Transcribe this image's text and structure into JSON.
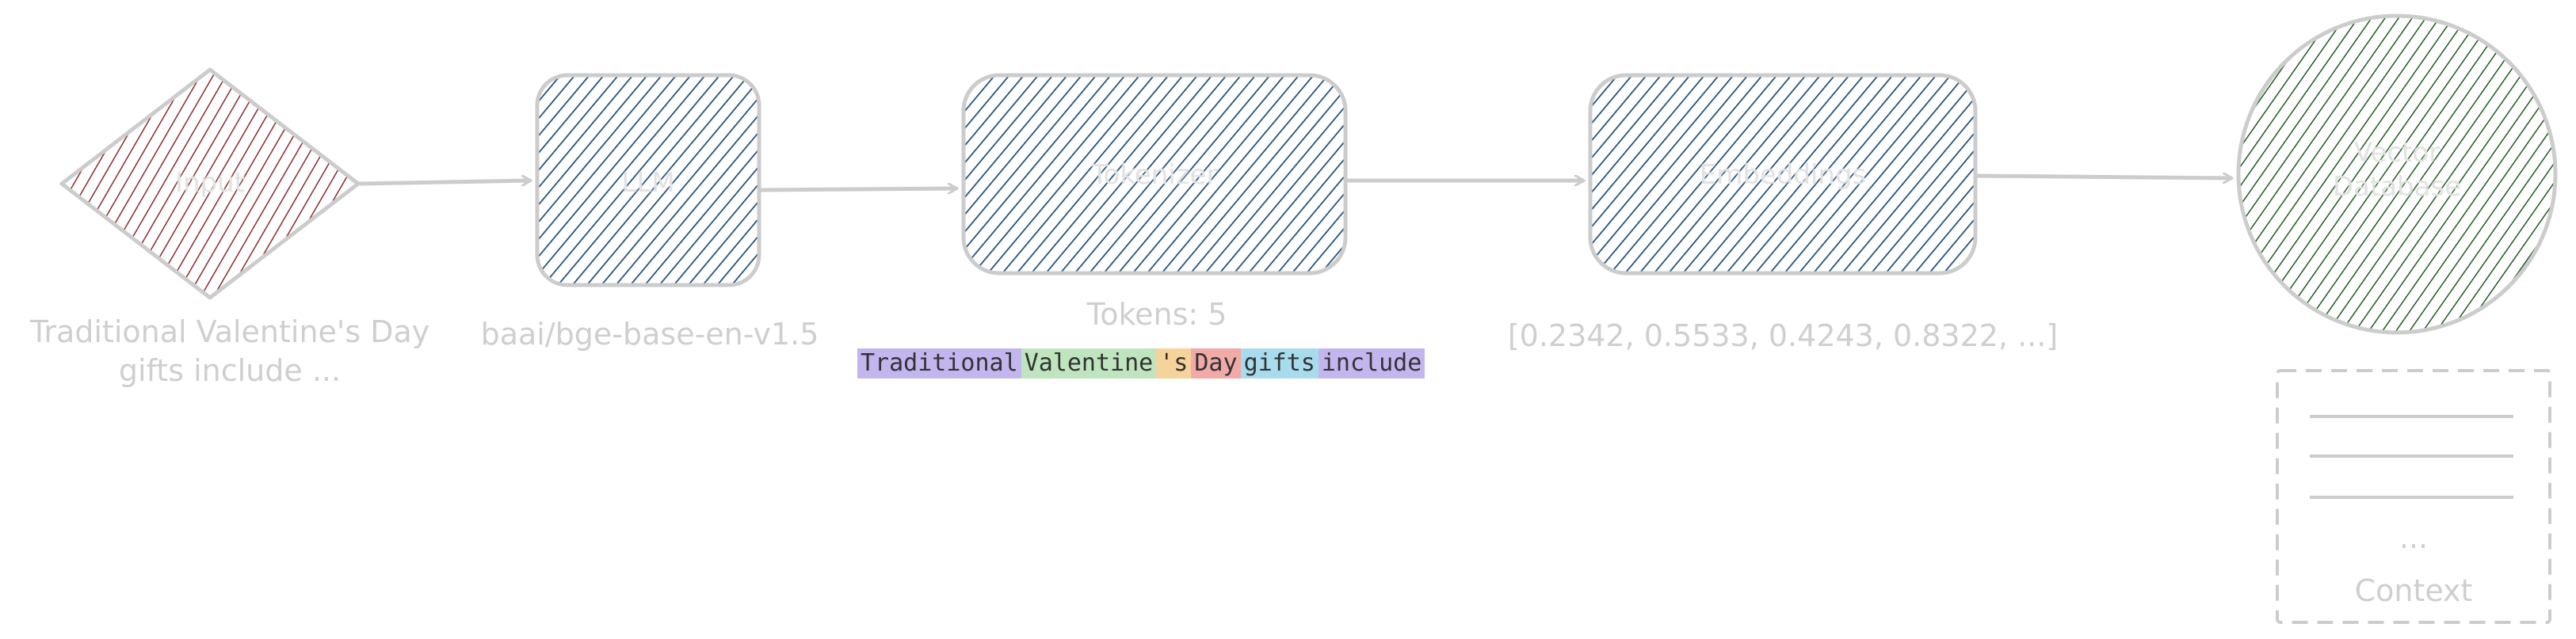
{
  "nodes": {
    "input": {
      "label": "Input",
      "color": "#8b2a2a"
    },
    "llm": {
      "label": "LLM",
      "color": "#1f4e79"
    },
    "tokenizer": {
      "label": "Tokenizer",
      "color": "#1f4e79"
    },
    "embeddings": {
      "label": "Embeddings",
      "color": "#1f4e79"
    },
    "vector_db": {
      "label_line1": "Vector",
      "label_line2": "Database",
      "color": "#1e5a1e"
    }
  },
  "captions": {
    "input_line1": "Traditional Valentine's Day",
    "input_line2": "gifts include ...",
    "model": "baai/bge-base-en-v1.5",
    "token_count": "Tokens: 5",
    "vector": "[0.2342, 0.5533, 0.4243, 0.8322, ...]"
  },
  "tokens": [
    {
      "text": "Traditional",
      "color": "#c3b6ee"
    },
    {
      "text": "Valentine",
      "color": "#bfe5bf"
    },
    {
      "text": "'s",
      "color": "#f6d39a"
    },
    {
      "text": "Day",
      "color": "#f2aaa8"
    },
    {
      "text": "gifts",
      "color": "#a8dcec"
    },
    {
      "text": "include",
      "color": "#c3b6ee"
    }
  ],
  "context": {
    "ellipsis": "...",
    "label": "Context"
  },
  "colors": {
    "outline": "#cccccc",
    "arrow": "#cccccc",
    "caption": "#cfcfcf"
  }
}
